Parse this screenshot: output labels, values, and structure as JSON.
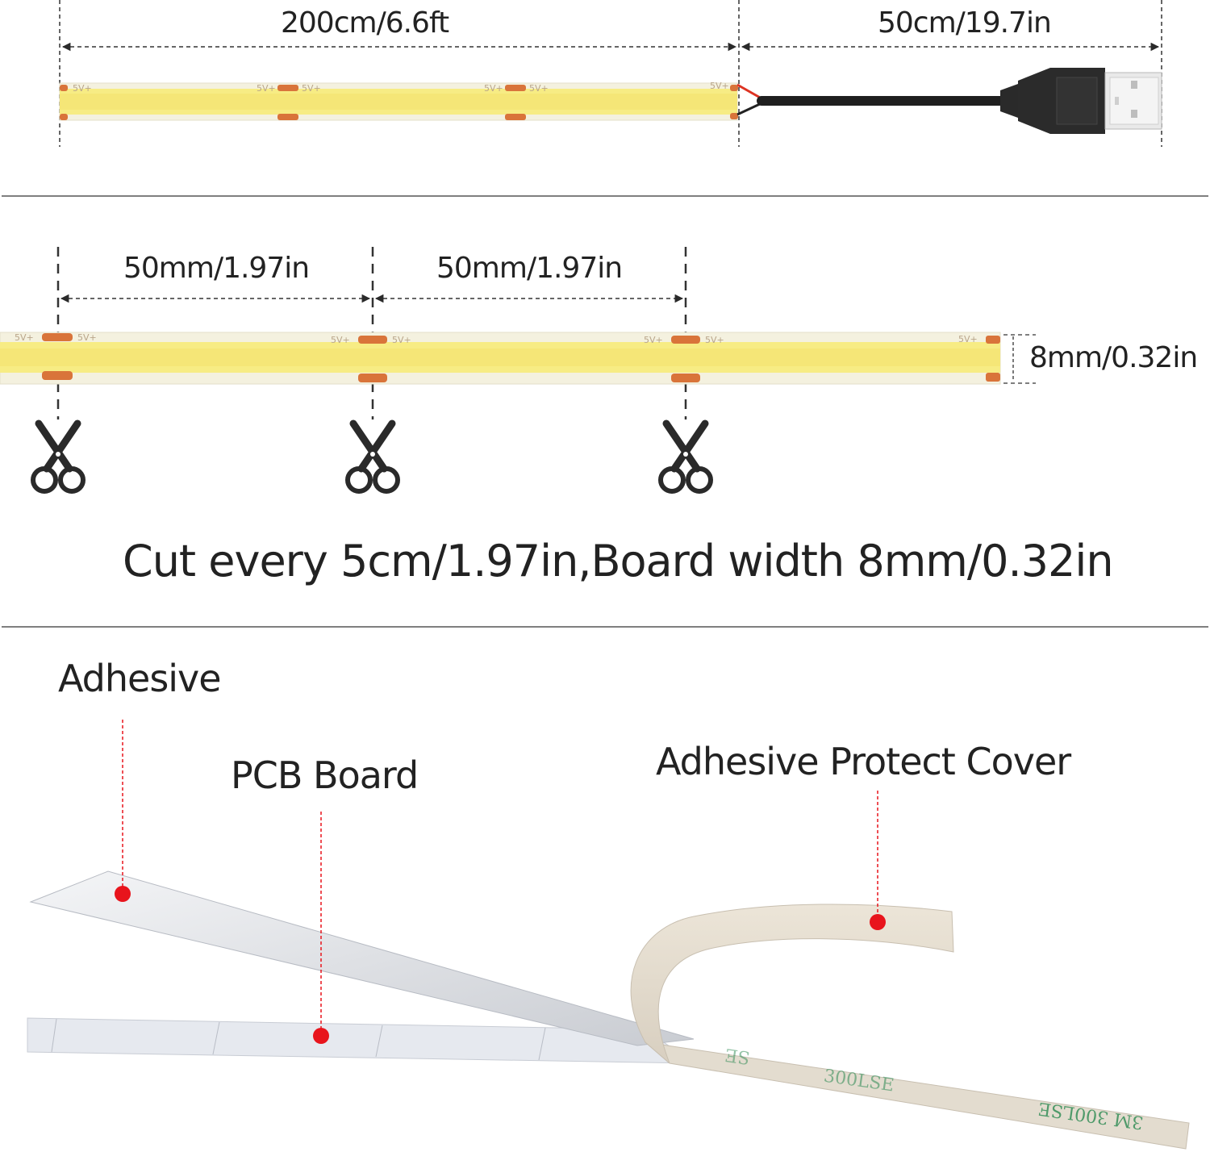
{
  "section1": {
    "strip_length_label": "200cm/6.6ft",
    "cable_length_label": "50cm/19.7in",
    "pad_marking": "5V+"
  },
  "section2": {
    "segment_labels": [
      "50mm/1.97in",
      "50mm/1.97in"
    ],
    "width_label": "8mm/0.32in",
    "caption": "Cut every 5cm/1.97in,Board width 8mm/0.32in",
    "scissors_icon": "scissors-icon"
  },
  "section3": {
    "adhesive_label": "Adhesive",
    "pcb_label": "PCB Board",
    "cover_label": "Adhesive Protect Cover",
    "tape_printing": [
      "3M 300LSE",
      "300LSE",
      "SE"
    ]
  },
  "colors": {
    "led_yellow": "#f7ec84",
    "strip_base": "#f4f1df",
    "copper_pad": "#d9743a",
    "marker_red": "#e8141c",
    "cable": "#1f1f1f",
    "divider": "#555555"
  }
}
